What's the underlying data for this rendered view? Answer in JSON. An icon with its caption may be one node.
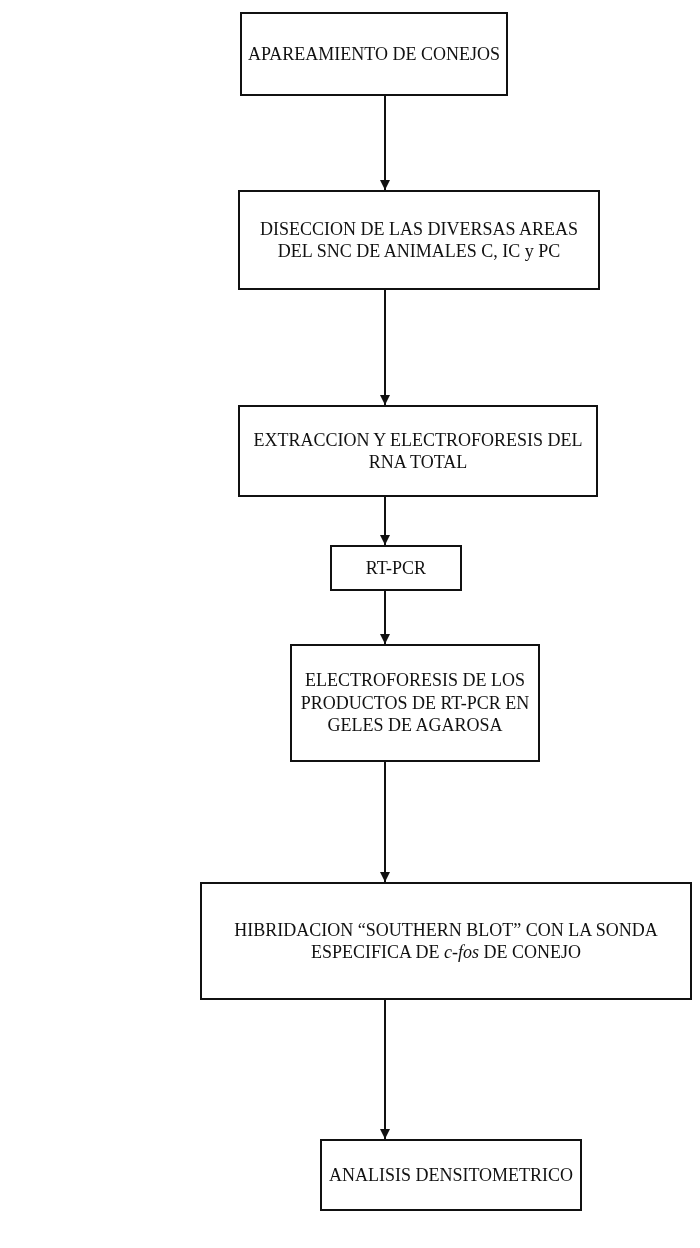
{
  "diagram": {
    "nodes": [
      {
        "text": [
          "APAREAMIENTO DE CONEJOS"
        ]
      },
      {
        "text": [
          "DISECCION DE LAS DIVERSAS AREAS DEL SNC DE ANIMALES C, IC y PC"
        ]
      },
      {
        "text": [
          "EXTRACCION Y ELECTROFORESIS DEL RNA TOTAL"
        ]
      },
      {
        "text": [
          "RT-PCR"
        ]
      },
      {
        "text": [
          "ELECTROFORESIS DE LOS PRODUCTOS DE RT-PCR EN GELES DE AGAROSA"
        ]
      },
      {
        "text": [
          "HIBRIDACION “SOUTHERN BLOT” CON LA SONDA ESPECIFICA DE *c-fos* DE CONEJO"
        ]
      },
      {
        "text": [
          "ANALISIS DENSITOMETRICO"
        ]
      }
    ],
    "edges": [
      {
        "from": 0,
        "to": 1,
        "arrow": "to"
      },
      {
        "from": 1,
        "to": 2,
        "arrow": "to"
      },
      {
        "from": 2,
        "to": 3,
        "arrow": "to"
      },
      {
        "from": 3,
        "to": 4,
        "arrow": "to"
      },
      {
        "from": 4,
        "to": 5,
        "arrow": "to"
      },
      {
        "from": 5,
        "to": 6,
        "arrow": "to"
      }
    ]
  }
}
